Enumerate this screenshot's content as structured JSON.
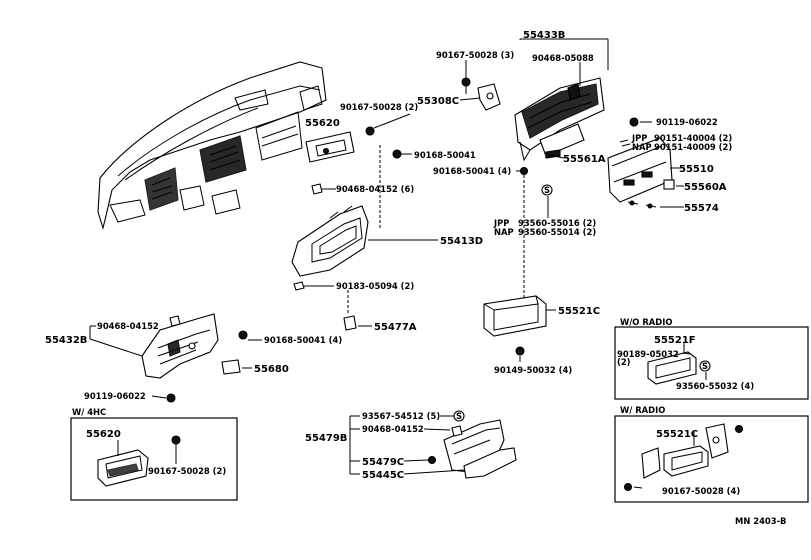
{
  "labels": {
    "p55433B": "55433B",
    "p90167_50028_3": "90167-50028 (3)",
    "p90468_05088": "90468-05088",
    "p55308C": "55308C",
    "p90167_50028_2a": "90167-50028 (2)",
    "p55620a": "55620",
    "p90119_06022a": "90119-06022",
    "jpp1": "JPP",
    "nap1": "NAP",
    "p90151_40004": "90151-40004 (2)",
    "p90151_40009": "90151-40009 (2)",
    "p90168_50041a": "90168-50041",
    "p55561A": "55561A",
    "p55510": "55510",
    "p90168_50041_4a": "90168-50041 (4)",
    "p90468_04152_6": "90468-04152 (6)",
    "p55560A": "55560A",
    "p55574": "55574",
    "jpp2": "JPP",
    "nap2": "NAP",
    "p93560_55016": "93560-55016 (2)",
    "p93560_55014": "93560-55014 (2)",
    "p55413D": "55413D",
    "p90183_05094": "90183-05094 (2)",
    "p55521C_a": "55521C",
    "p90468_04152a": "90468-04152",
    "p55432B": "55432B",
    "p90168_50041_4b": "90168-50041 (4)",
    "p55477A": "55477A",
    "p55680": "55680",
    "p90149_50032": "90149-50032 (4)",
    "p90119_06022b": "90119-06022",
    "p93567_54512": "93567-54512 (5)",
    "p90468_04152b": "90468-04152",
    "p55479B": "55479B",
    "p55479C": "55479C",
    "p55445C": "55445C",
    "p55620b": "55620",
    "p90167_50028_2b": "90167-50028 (2)",
    "p55521F": "55521F",
    "p90189_05032": "90189-05032",
    "p_2": "(2)",
    "p93560_55032": "93560-55032 (4)",
    "p55521C_b": "55521C",
    "p90167_50028_4": "90167-50028 (4)"
  },
  "headers": {
    "w4hc": "W/ 4HC",
    "wo_radio": "W/O RADIO",
    "w_radio": "W/ RADIO"
  },
  "footer": {
    "code": "MN  2403-B"
  }
}
